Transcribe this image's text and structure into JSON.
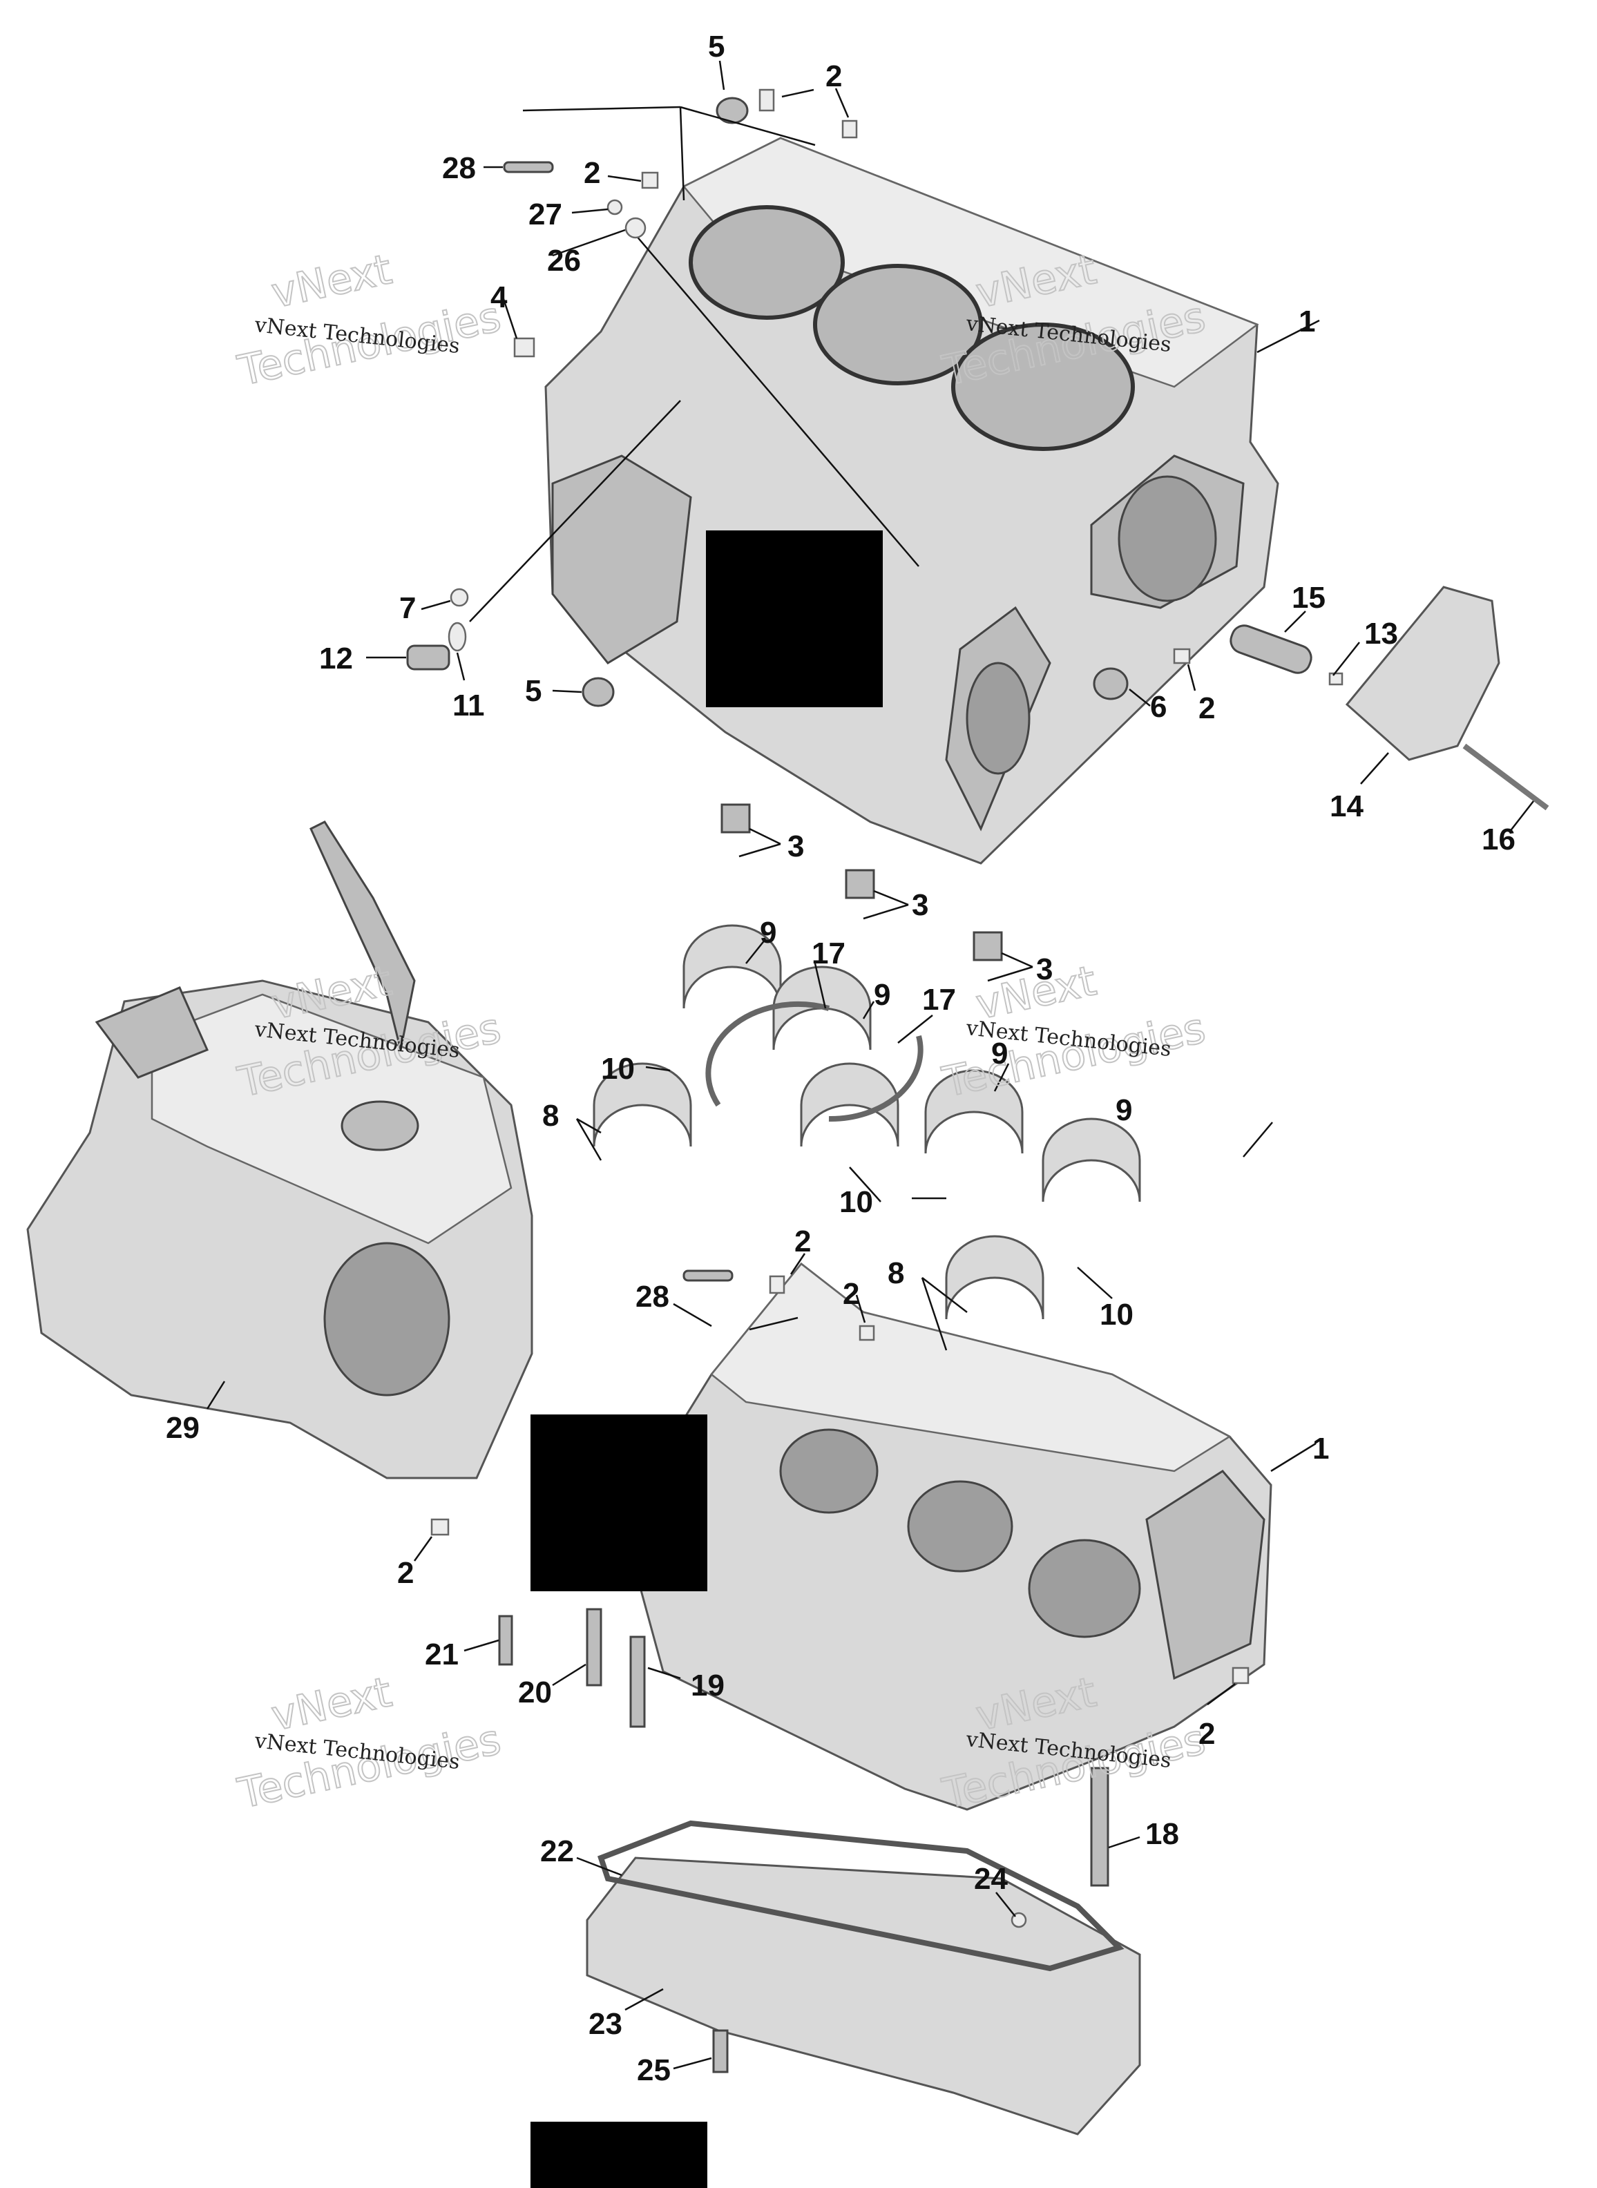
{
  "watermark": {
    "line1": "vNext Technologies",
    "line2_a": "vNext",
    "line2_b": "Technologies"
  },
  "callouts": [
    "1",
    "2",
    "3",
    "4",
    "5",
    "6",
    "7",
    "8",
    "9",
    "10",
    "11",
    "12",
    "13",
    "14",
    "15",
    "16",
    "17",
    "18",
    "19",
    "20",
    "21",
    "22",
    "23",
    "24",
    "25",
    "26",
    "27",
    "28",
    "29"
  ]
}
